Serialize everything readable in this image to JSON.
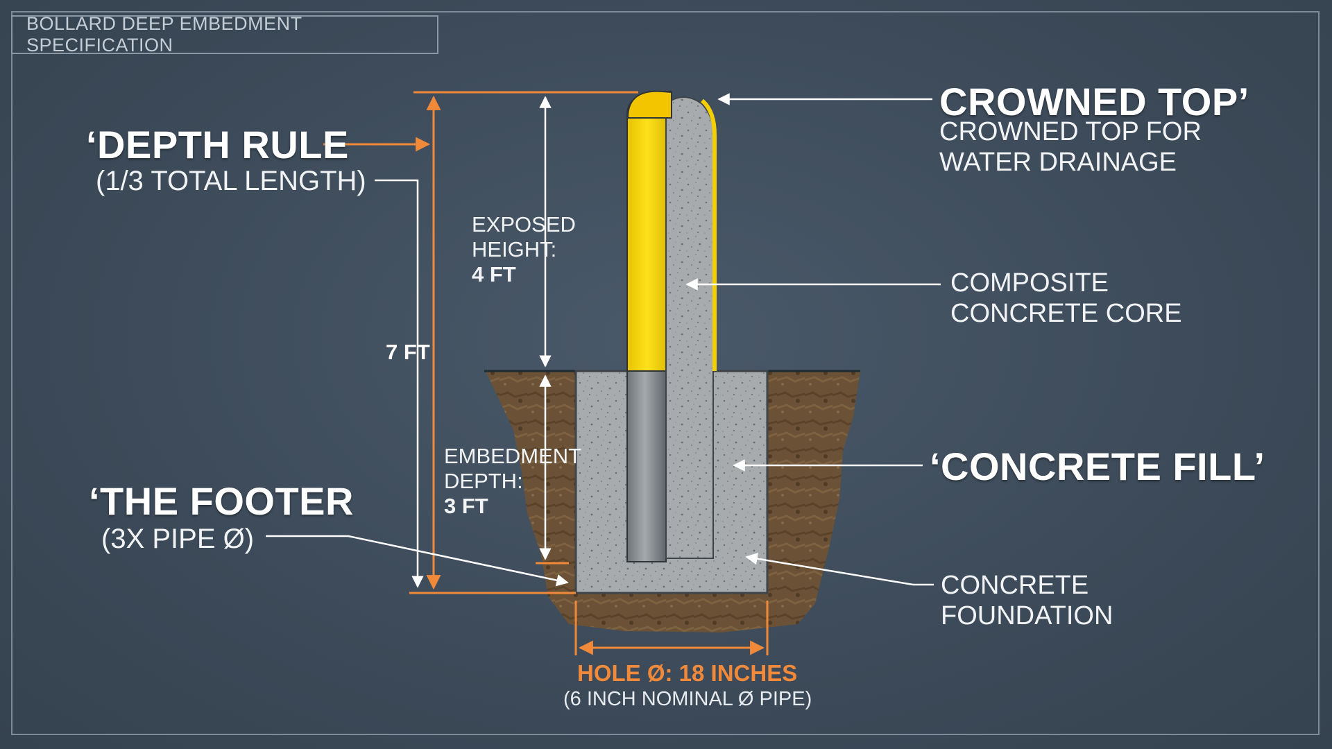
{
  "header": {
    "title": "BOLLARD DEEP EMBEDMENT SPECIFICATION"
  },
  "labels": {
    "depth_rule_title": "‘DEPTH RULE",
    "depth_rule_sub": "(1/3 TOTAL LENGTH)",
    "total_length": "7 FT",
    "exposed_line1": "EXPOSED",
    "exposed_line2": "HEIGHT:",
    "exposed_value": "4 FT",
    "embed_line1": "EMBEDMENT",
    "embed_line2": "DEPTH:",
    "embed_value": "3 FT",
    "footer_title": "‘THE FOOTER",
    "footer_sub": "(3X PIPE Ø)",
    "crowned_title": "CROWNED TOP’",
    "crowned_line1": "CROWNED TOP FOR",
    "crowned_line2": "WATER DRAINAGE",
    "core_line1": "COMPOSITE",
    "core_line2": "CONCRETE CORE",
    "fill_title": "‘CONCRETE FILL’",
    "foundation_line1": "CONCRETE",
    "foundation_line2": "FOUNDATION",
    "hole_title": "HOLE Ø: 18 INCHES",
    "hole_sub": "(6 INCH NOMINAL Ø PIPE)"
  },
  "colors": {
    "background": "#3f4e5e",
    "accent_orange": "#f08a3a",
    "sleeve_yellow": "#f4d000",
    "concrete": "#a9acae",
    "soil": "#6e5436"
  }
}
